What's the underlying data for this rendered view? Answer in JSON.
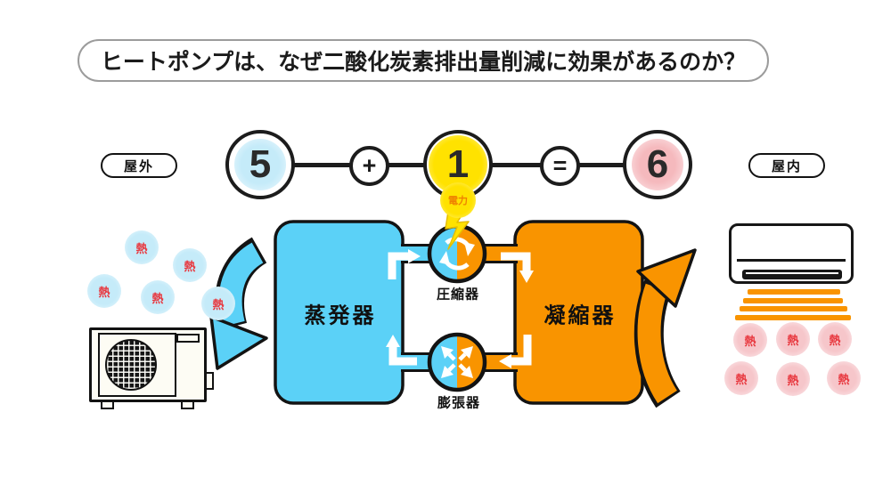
{
  "title": "ヒートポンプは、なぜ二酸化炭素排出量削減に効果があるのか？",
  "location_labels": {
    "outdoor": "屋外",
    "indoor": "屋内"
  },
  "equation": {
    "outdoor_heat_value": "5",
    "plus_sign": "+",
    "power_value": "1",
    "equals_sign": "=",
    "indoor_heat_value": "6",
    "power_label": "電力"
  },
  "cycle": {
    "evaporator": "蒸発器",
    "compressor": "圧縮器",
    "condenser": "凝縮器",
    "expansion_valve": "膨張器"
  },
  "outdoor_heat_bubbles": [
    {
      "label": "熱"
    },
    {
      "label": "熱"
    },
    {
      "label": "熱"
    },
    {
      "label": "熱"
    },
    {
      "label": "熱"
    }
  ],
  "indoor_heat_bubbles": [
    {
      "label": "熱"
    },
    {
      "label": "熱"
    },
    {
      "label": "熱"
    },
    {
      "label": "熱"
    },
    {
      "label": "熱"
    },
    {
      "label": "熱"
    }
  ],
  "colors": {
    "cool_cyan": "#5bd1f7",
    "warm_orange": "#f99400",
    "power_yellow": "#ffe200",
    "heat_red": "#e8383f",
    "cool_bubble_blue": "#c5ebf9",
    "warm_bubble_pink": "#f6c6ca"
  }
}
